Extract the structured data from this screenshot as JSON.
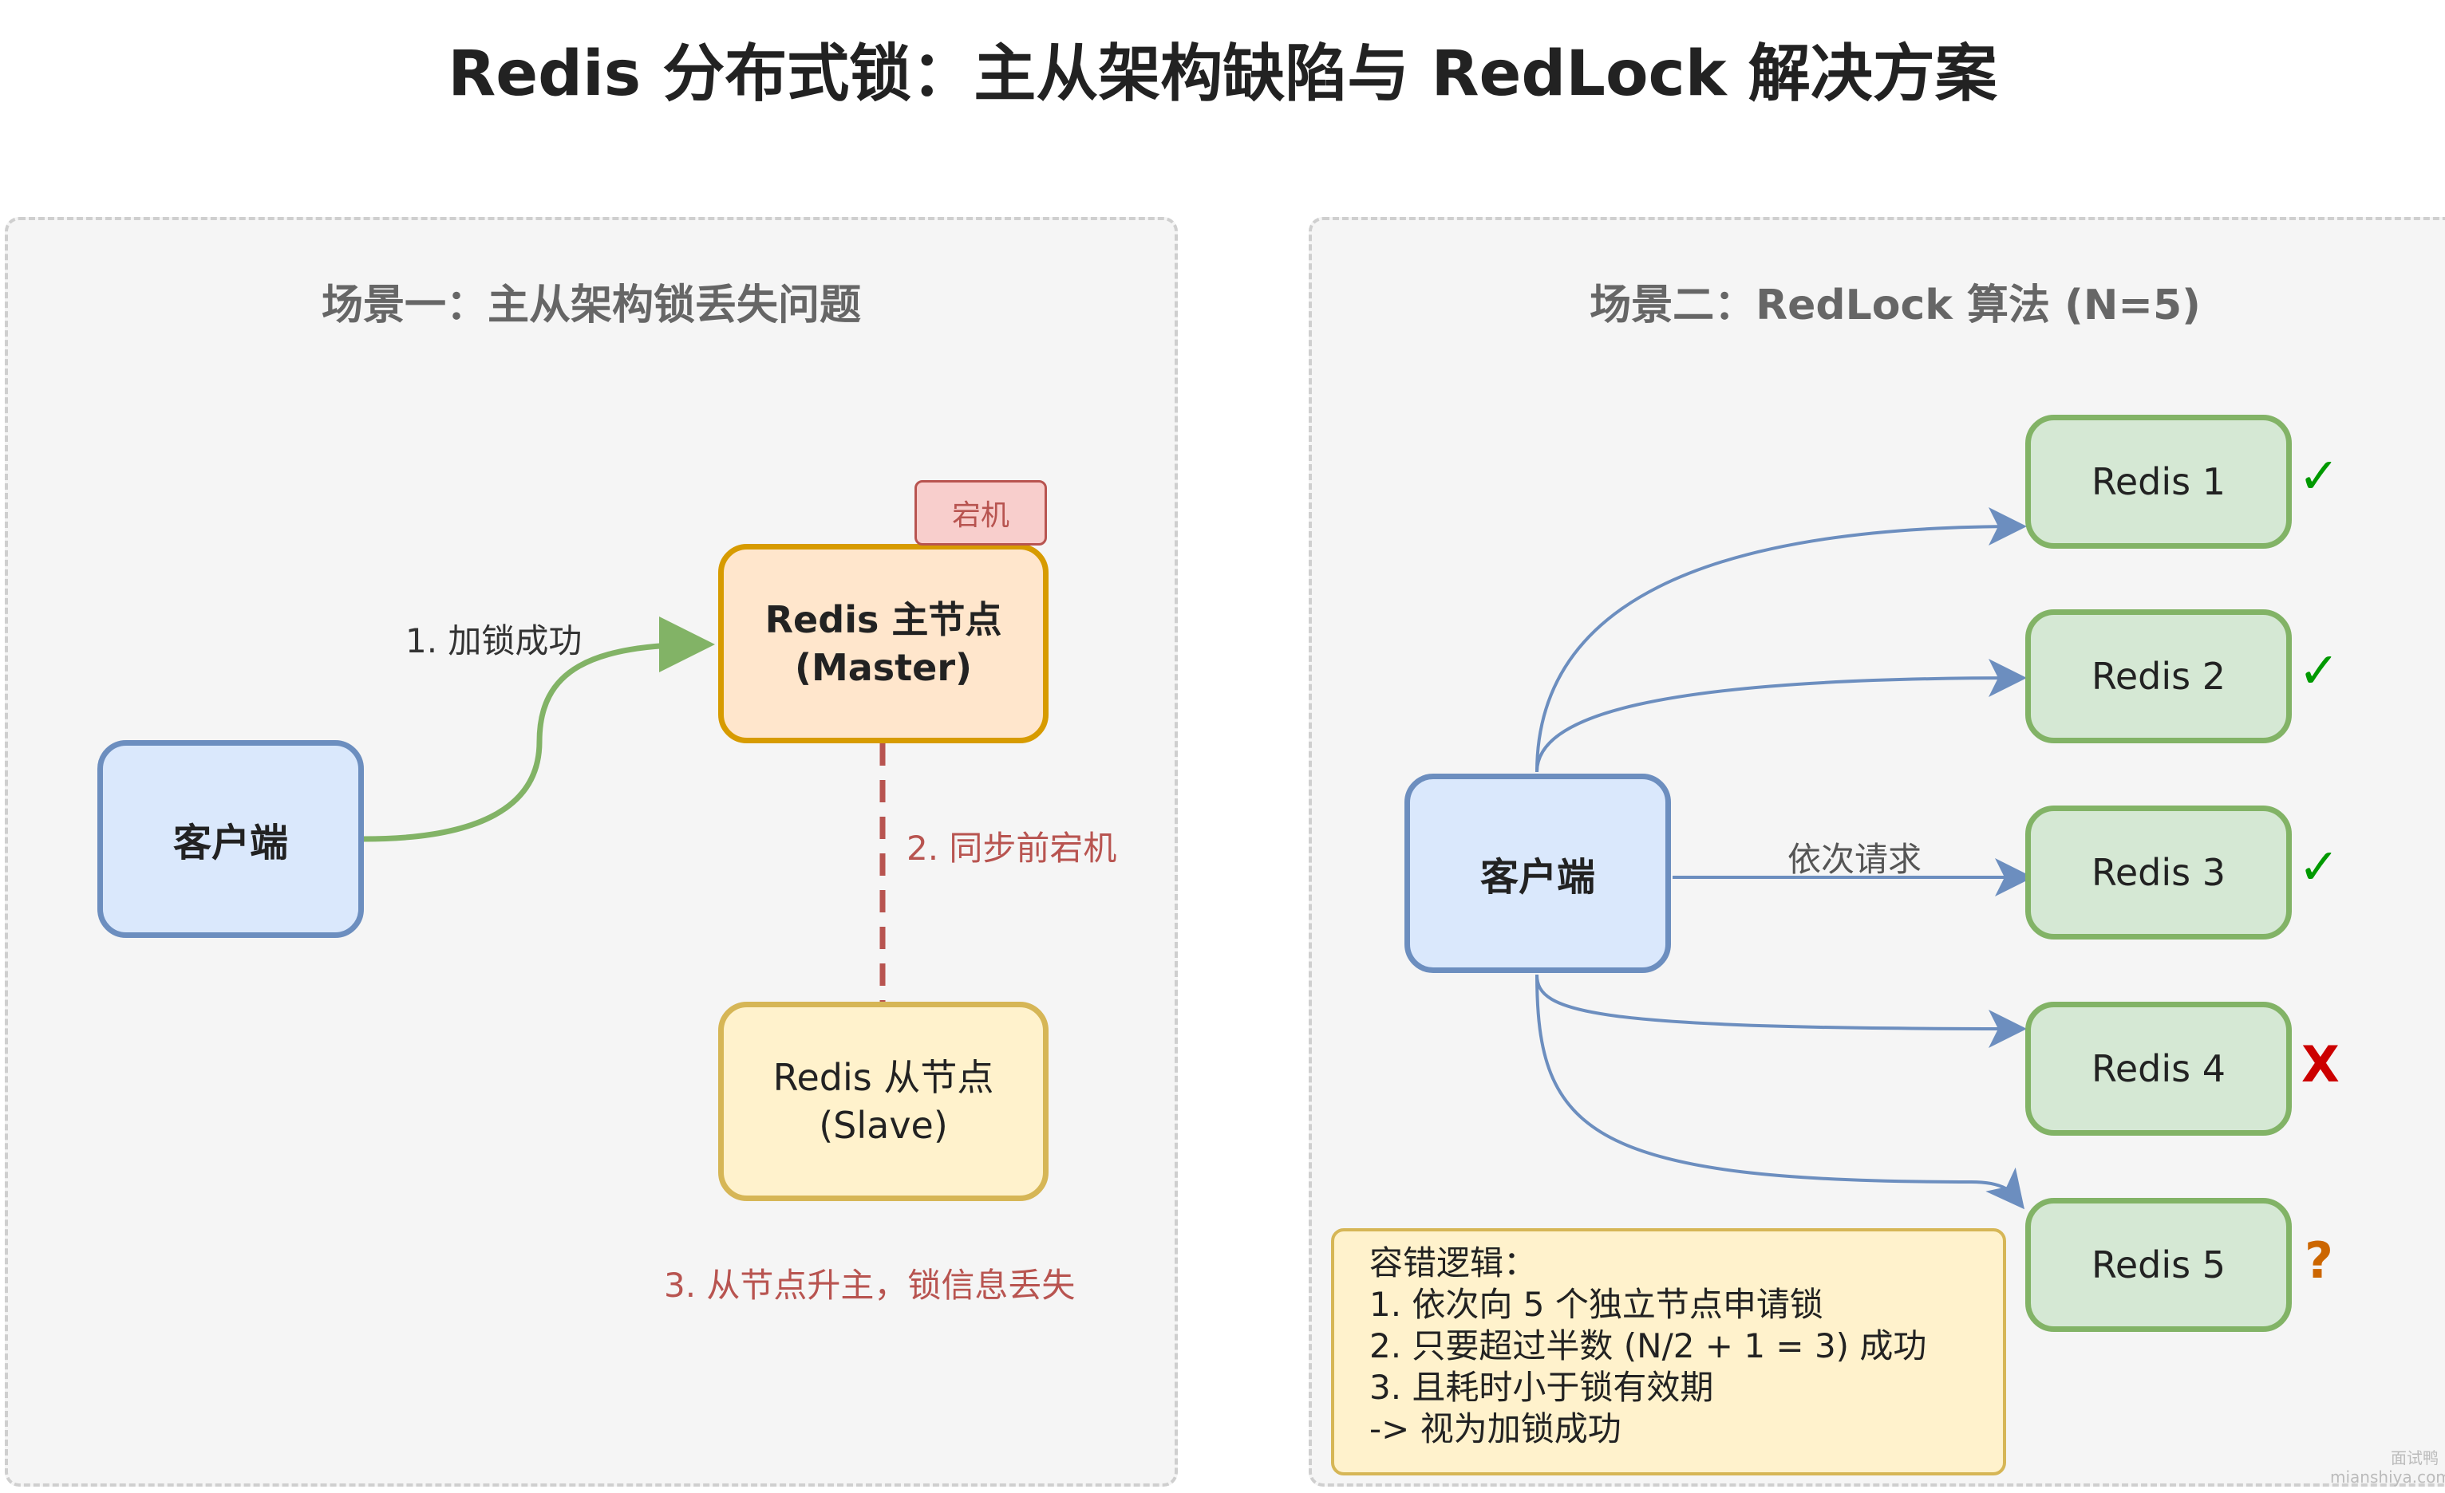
{
  "title": "Redis 分布式锁：主从架构缺陷与 RedLock 解决方案",
  "scene1": {
    "title": "场景一：主从架构锁丢失问题",
    "client": "客户端",
    "master": {
      "line1": "Redis 主节点",
      "line2": "(Master)"
    },
    "slave": {
      "line1": "Redis 从节点",
      "line2": "(Slave)"
    },
    "crash_tag": "宕机",
    "step1": "1. 加锁成功",
    "step2": "2. 同步前宕机",
    "step3": "3. 从节点升主，锁信息丢失"
  },
  "scene2": {
    "title": "场景二：RedLock 算法 (N=5)",
    "client": "客户端",
    "request_label": "依次请求",
    "nodes": [
      {
        "label": "Redis 1",
        "status": "✓",
        "status_color": "#009900"
      },
      {
        "label": "Redis 2",
        "status": "✓",
        "status_color": "#009900"
      },
      {
        "label": "Redis 3",
        "status": "✓",
        "status_color": "#009900"
      },
      {
        "label": "Redis 4",
        "status": "X",
        "status_color": "#cc0000"
      },
      {
        "label": "Redis 5",
        "status": "?",
        "status_color": "#cc6600"
      }
    ],
    "note": {
      "title": "容错逻辑：",
      "lines": [
        "1. 依次向 5 个独立节点申请锁",
        "2. 只要超过半数 (N/2 + 1 = 3) 成功",
        "3. 且耗时小于锁有效期",
        "-> 视为加锁成功"
      ]
    }
  },
  "watermark": {
    "line1": "面试鸭",
    "line2": "mianshiya.com"
  },
  "colors": {
    "arrow_green": "#82b366",
    "arrow_blue": "#6c8ebf",
    "dashed_red": "#b85450"
  }
}
